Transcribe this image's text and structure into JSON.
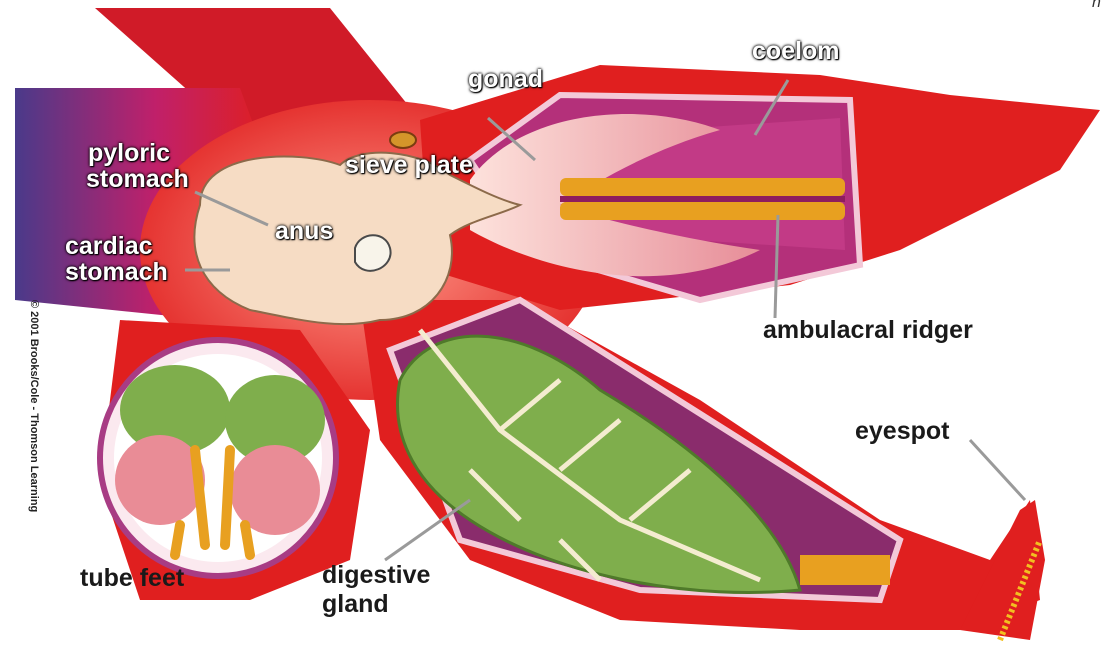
{
  "labels": {
    "gonad": "gonad",
    "coelom": "coelom",
    "pyloric_stomach_1": "pyloric",
    "pyloric_stomach_2": "stomach",
    "sieve_plate": "sieve plate",
    "anus": "anus",
    "cardiac_stomach_1": "cardiac",
    "cardiac_stomach_2": "stomach",
    "ambulacral_ridge": "ambulacral ridger",
    "eyespot": "eyespot",
    "tube_feet": "tube feet",
    "digestive_gland_1": "digestive",
    "digestive_gland_2": "gland"
  },
  "credit": "© 2001 Brooks/Cole - Thomson Learning",
  "corner_mark": "n",
  "colors": {
    "body": "#e01f1f",
    "body_dark": "#a8101c",
    "arm_blue": "#4a3a8a",
    "stomach": "#f6dcc4",
    "gonad": "#f2b3b5",
    "coelom": "#b4307a",
    "ampullae": "#e8a020",
    "digestive_gland": "#7fae4c",
    "leader": "#9a9a9a"
  }
}
